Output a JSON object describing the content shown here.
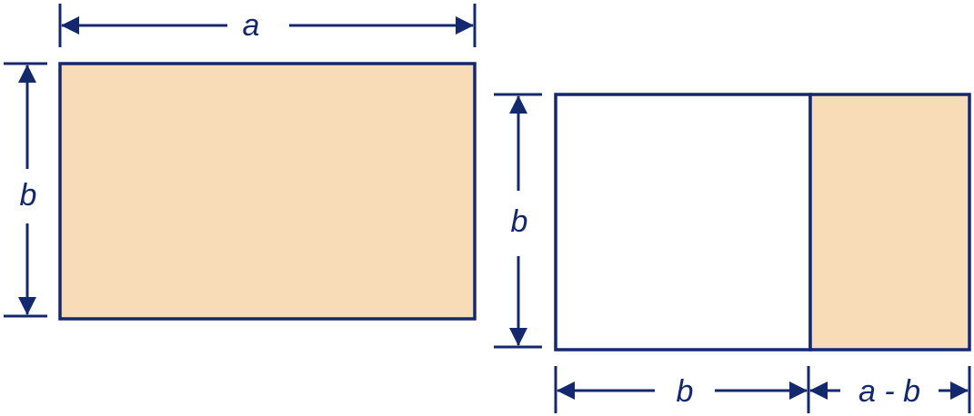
{
  "colors": {
    "stroke": "#14286e",
    "fill_shaded": "#f8dcb8",
    "fill_plain": "#ffffff",
    "background": "#ffffff"
  },
  "labels": {
    "top_width": "a",
    "left_height": "b",
    "right_height": "b",
    "bottom_square_width": "b",
    "bottom_remainder_width": "a - b"
  }
}
